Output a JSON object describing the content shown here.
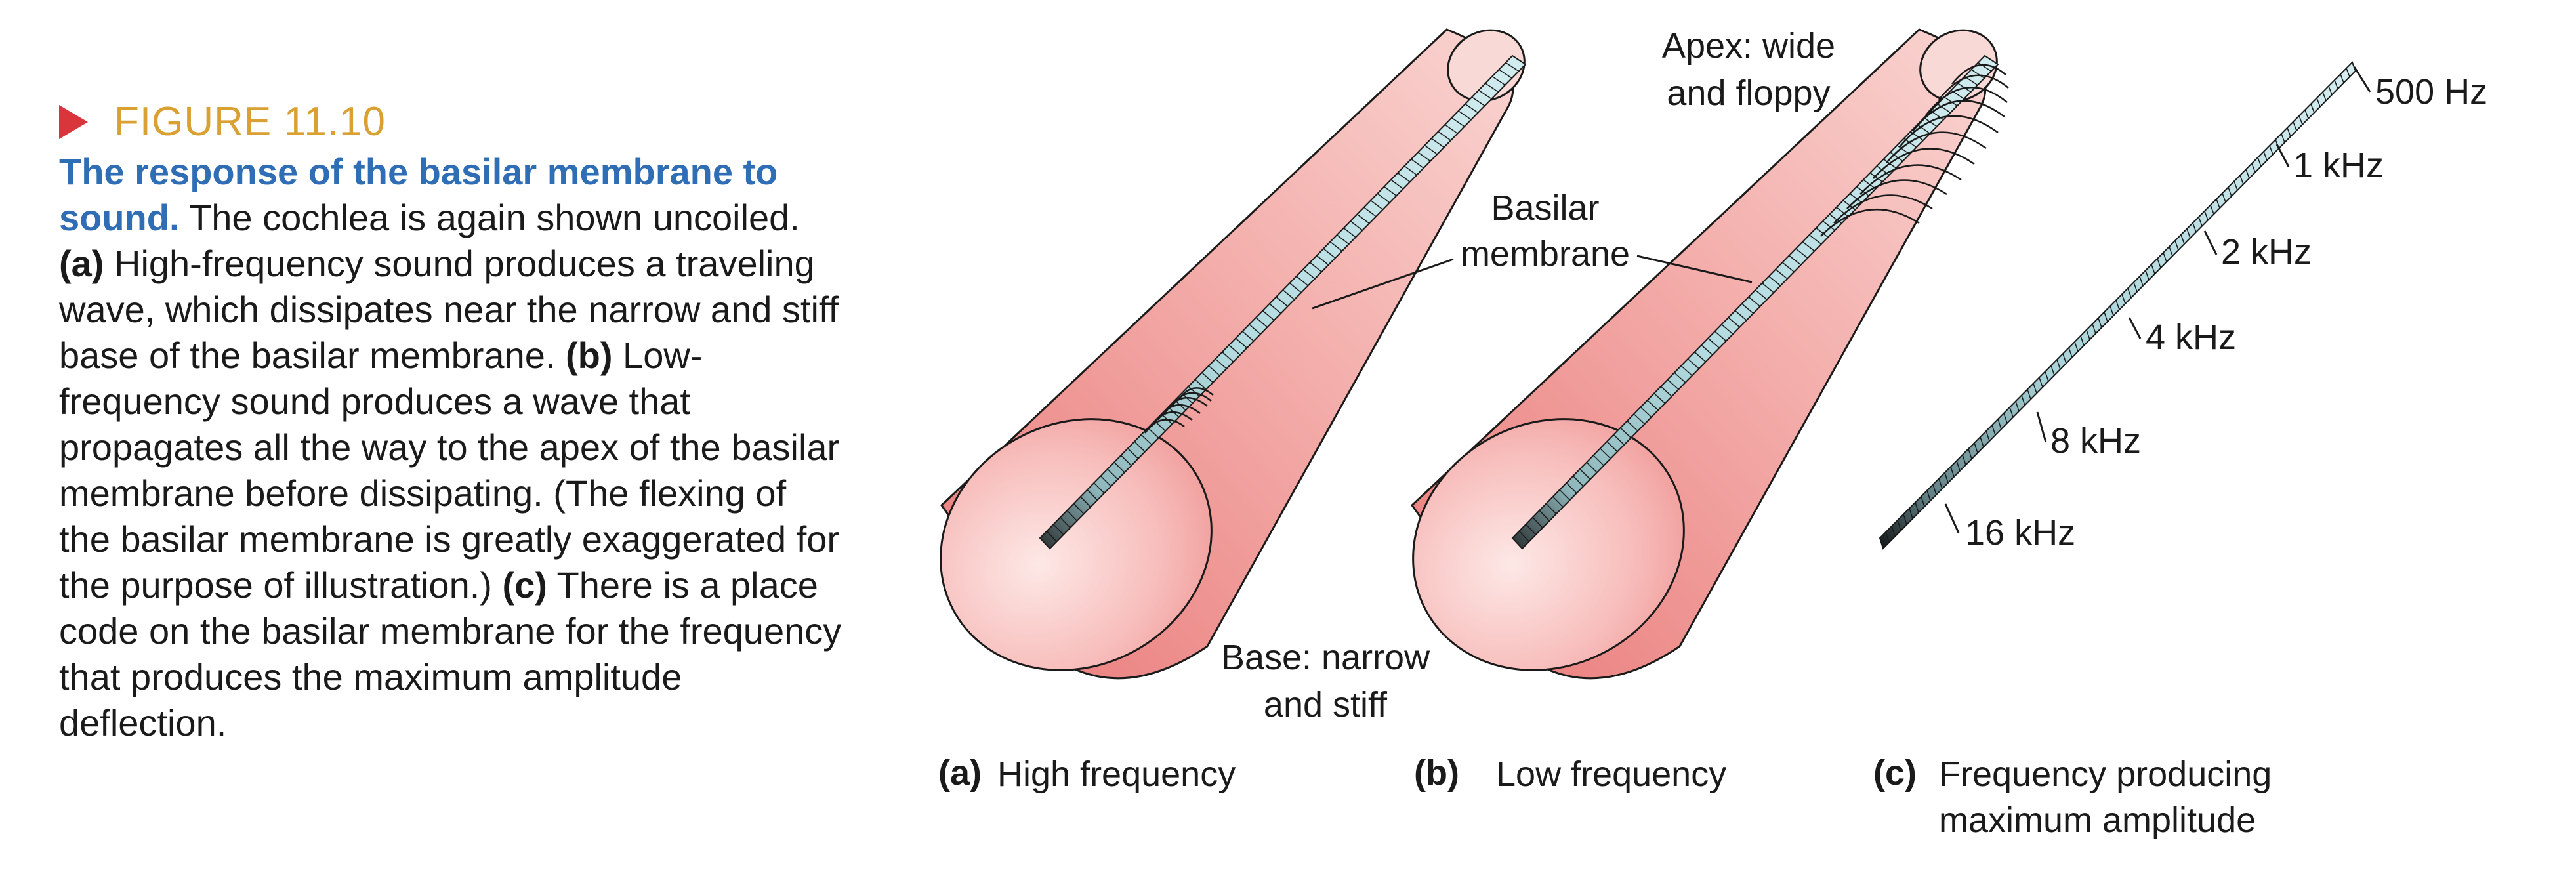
{
  "figure": {
    "label": "FIGURE 11.10",
    "title": "The response of the basilar membrane to sound.",
    "text_1": " The cochlea is again shown uncoiled. ",
    "a_marker": "(a)",
    "text_a": " High-frequency sound produces a traveling wave, which dissipates near the narrow and stiff base of the basilar membrane. ",
    "b_marker": "(b)",
    "text_b": " Low-frequency sound produces a wave that propagates all the way to the apex of the basilar membrane before dissipating. (The flexing of the basilar membrane is greatly exaggerated for the purpose of illustration.) ",
    "c_marker": "(c)",
    "text_c": " There is a place code on the basilar membrane for the frequency that produces the maximum amplitude deflection."
  },
  "labels": {
    "apex_line1": "Apex: wide",
    "apex_line2": "and floppy",
    "basilar_line1": "Basilar",
    "basilar_line2": "membrane",
    "base_line1": "Base: narrow",
    "base_line2": "and stiff"
  },
  "panels": {
    "a_marker": "(a)",
    "a_text": "High frequency",
    "b_marker": "(b)",
    "b_text": "Low frequency",
    "c_marker": "(c)",
    "c_text_line1": "Frequency producing",
    "c_text_line2": "maximum amplitude"
  },
  "frequency_scale": [
    "500 Hz",
    "1 kHz",
    "2 kHz",
    "4 kHz",
    "8 kHz",
    "16 kHz"
  ],
  "colors": {
    "cone_fill": "#f3a9a7",
    "membrane": "#b3dbe0",
    "base_dark": "#2a2f30",
    "arrow": "#d8363a",
    "figure_label": "#d9a032",
    "caption_title": "#2f6db5"
  }
}
